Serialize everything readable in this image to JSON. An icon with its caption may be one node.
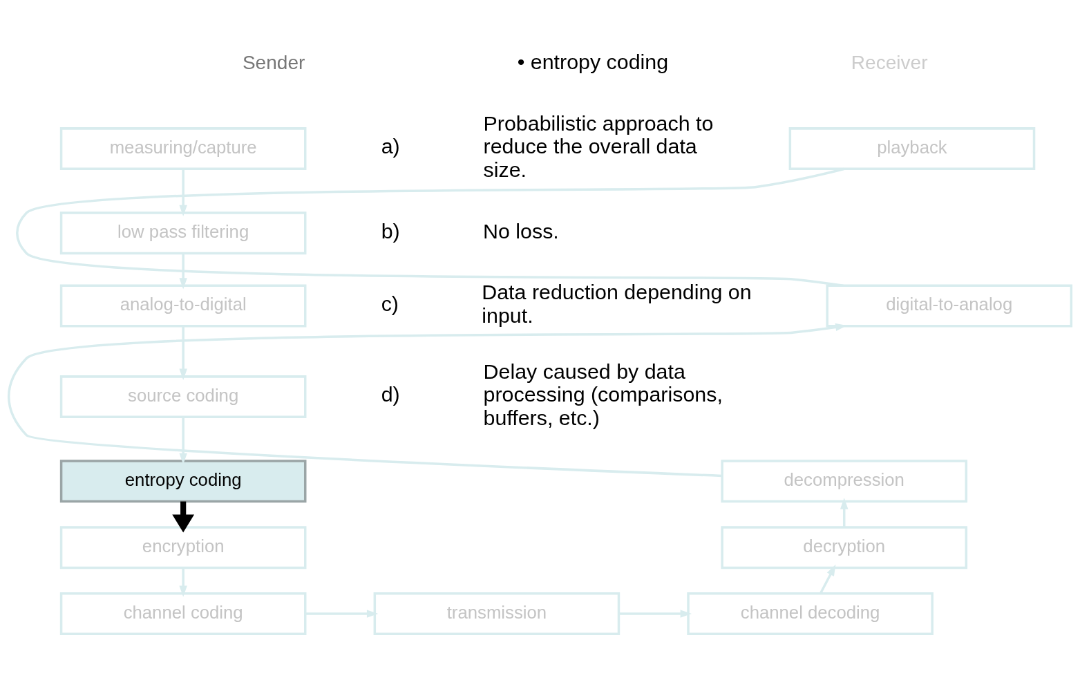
{
  "diagram": {
    "nodes": [
      {
        "text": [
          "measuring/capture"
        ]
      },
      {
        "text": [
          "low pass filtering"
        ]
      },
      {
        "text": [
          "analog-to-digital"
        ]
      },
      {
        "text": [
          "source coding"
        ]
      },
      {
        "text": [
          "entropy coding"
        ]
      },
      {
        "text": [
          "encryption"
        ]
      },
      {
        "text": [
          "channel coding"
        ]
      },
      {
        "text": [
          "transmission"
        ]
      },
      {
        "text": [
          "channel decoding"
        ]
      },
      {
        "text": [
          "decryption"
        ]
      },
      {
        "text": [
          "decompression"
        ]
      },
      {
        "text": [
          "digital-to-analog"
        ]
      },
      {
        "text": [
          "playback"
        ]
      }
    ],
    "edges": [
      {
        "from": 0,
        "to": 1,
        "arrow": "to"
      },
      {
        "from": 1,
        "to": 2,
        "arrow": "to"
      },
      {
        "from": 2,
        "to": 3,
        "arrow": "to"
      },
      {
        "from": 3,
        "to": 4,
        "arrow": "to"
      },
      {
        "from": 4,
        "to": 5,
        "arrow": "to",
        "style": "thick",
        "color": "#000000"
      },
      {
        "from": 5,
        "to": 6,
        "arrow": "to"
      },
      {
        "from": 6,
        "to": 7,
        "arrow": "to"
      },
      {
        "from": 7,
        "to": 8,
        "arrow": "to"
      },
      {
        "from": 8,
        "to": 9,
        "arrow": "to"
      },
      {
        "from": 9,
        "to": 10,
        "arrow": "to"
      },
      {
        "from": 10,
        "to": 11,
        "arrow": "to"
      },
      {
        "from": 11,
        "to": 12,
        "arrow": "none"
      }
    ],
    "labels": [
      "Sender",
      "Receiver",
      "• entropy coding",
      "a)",
      "Probabilistic approach to reduce the overall data size.",
      "b)",
      "No loss.",
      "c)",
      "Data reduction depending on input.",
      "d)",
      "Delay caused by data processing (comparisons, buffers, etc.)"
    ]
  }
}
